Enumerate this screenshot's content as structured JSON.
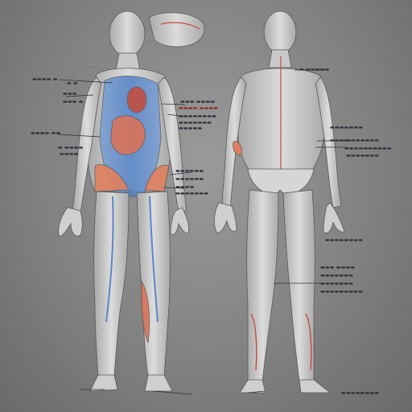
{
  "palette": {
    "background": "#828282",
    "body_fill": "#d2d2d2",
    "body_stroke": "#5a5a5a",
    "muscle": "#e0805f",
    "vessel_blue": "#5b86c7",
    "vessel_red": "#c84a3a",
    "leader": "#2b2f3a"
  },
  "labels": [
    {
      "id": "l01",
      "text": "· · · · · · ·"
    },
    {
      "id": "l02",
      "text": "▬▬▬▬ ▬"
    },
    {
      "id": "l03",
      "text": "▬ ▬"
    },
    {
      "id": "l04",
      "text": "▬▬▬"
    },
    {
      "id": "l05",
      "text": "▬▬▬ ▬"
    },
    {
      "id": "l06",
      "text": "▬▬▬▬ ▬▬"
    },
    {
      "id": "l07",
      "text": "▬ ▬▬▬▬"
    },
    {
      "id": "l08",
      "text": "▬▬▬▬"
    },
    {
      "id": "l09",
      "text": "▬▬▬ ▬▬▬▬"
    },
    {
      "id": "l10",
      "text": "▬▬▬▬ ▬▬▬▬"
    },
    {
      "id": "l11",
      "text": "▬▬▬▬▬▬▬▬"
    },
    {
      "id": "l12",
      "text": "▬▬▬▬▬▬▬"
    },
    {
      "id": "l13",
      "text": "▬▬▬▬▬"
    },
    {
      "id": "l14",
      "text": "▬▬▬▬▬▬"
    },
    {
      "id": "l15",
      "text": "▬▬▬▬▬▬"
    },
    {
      "id": "l16",
      "text": "▬▬▬▬"
    },
    {
      "id": "l17",
      "text": "▬▬▬▬▬▬▬"
    },
    {
      "id": "l18",
      "text": "▬ ▬▬▬▬▬"
    },
    {
      "id": "l19",
      "text": "▬▬▬▬▬▬▬"
    },
    {
      "id": "l20",
      "text": "▬▬▬▬"
    },
    {
      "id": "l21",
      "text": "▬▬▬▬▬▬▬"
    },
    {
      "id": "l22",
      "text": "▬▬▬▬▬▬▬▬▬▬"
    },
    {
      "id": "l23",
      "text": "▬▬▬▬▬▬▬"
    },
    {
      "id": "l24",
      "text": "▬▬▬▬▬▬▬▬"
    },
    {
      "id": "l25",
      "text": "▬▬▬ ▬▬▬▬"
    },
    {
      "id": "l26",
      "text": "▬▬▬▬▬▬▬"
    },
    {
      "id": "l27",
      "text": "▬▬▬▬▬▬▬"
    },
    {
      "id": "l28",
      "text": "▬▬▬▬▬▬▬▬▬"
    },
    {
      "id": "l29",
      "text": "▬▬▬▬▬▬▬▬"
    }
  ]
}
